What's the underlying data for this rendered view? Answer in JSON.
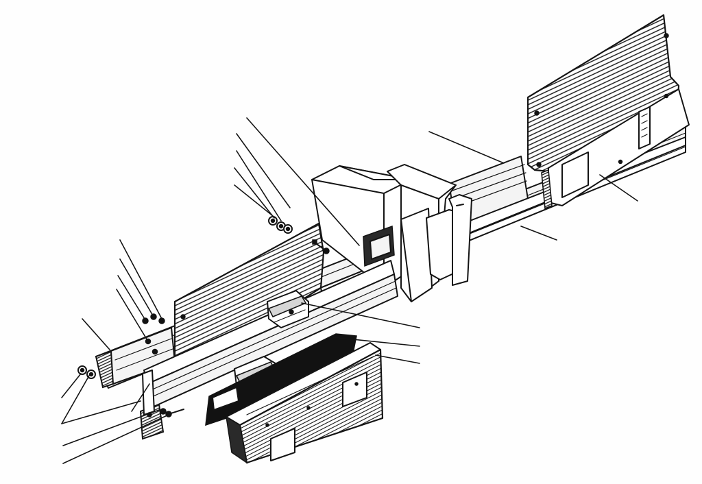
{
  "figure": {
    "title": "",
    "label_text": []
  },
  "colors": {
    "ink": "#141414",
    "paper": "#fefefe",
    "hatch_fill": "#ffffff",
    "dark_part": "#121212"
  },
  "parts": [
    {
      "name": "left-hatched-panel",
      "icon": "hatched-plate"
    },
    {
      "name": "right-hatched-panel",
      "icon": "hatched-plate"
    },
    {
      "name": "center-boxes",
      "icon": "box-sleeve"
    },
    {
      "name": "long-rail",
      "icon": "channel-rail"
    },
    {
      "name": "bottom-ribbed-box",
      "icon": "ribbed-case"
    },
    {
      "name": "clamp-blocks",
      "icon": "clamp-block"
    },
    {
      "name": "fasteners",
      "icon": "nut-bolt"
    }
  ],
  "leader_line_count": 22
}
